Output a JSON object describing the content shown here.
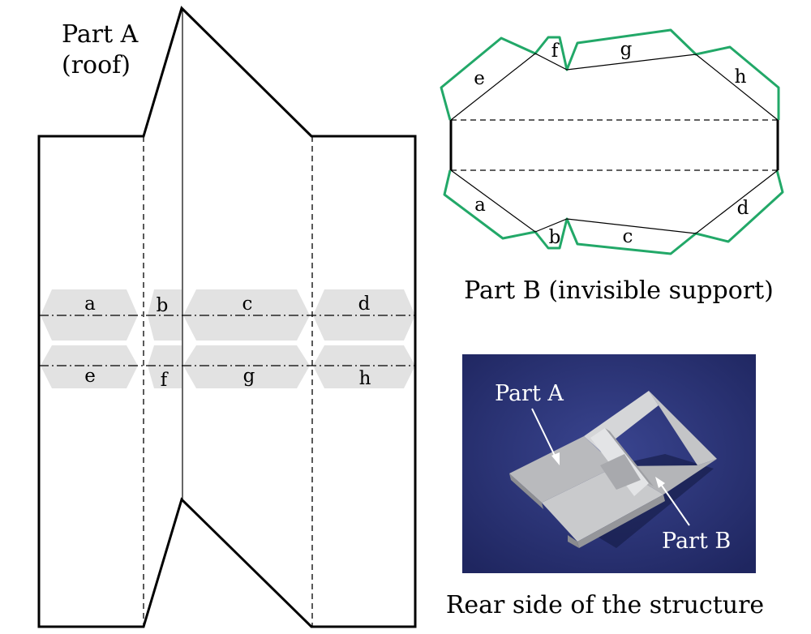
{
  "part_a": {
    "title_line1": "Part A",
    "title_line2": "(roof)",
    "tabs_top": [
      "a",
      "b",
      "c",
      "d"
    ],
    "tabs_bottom": [
      "e",
      "f",
      "g",
      "h"
    ]
  },
  "part_b": {
    "caption": "Part B (invisible support)",
    "flaps_top": [
      "e",
      "f",
      "g",
      "h"
    ],
    "flaps_bottom": [
      "a",
      "b",
      "c",
      "d"
    ]
  },
  "photo": {
    "label_part_a": "Part A",
    "label_part_b": "Part B",
    "caption": "Rear side of the structure"
  },
  "colors": {
    "outline": "#000000",
    "tab_fill": "#e2e2e2",
    "flap_outline": "#22a868",
    "photo_bg": "#27306e",
    "paper": "#c8c9cb"
  }
}
